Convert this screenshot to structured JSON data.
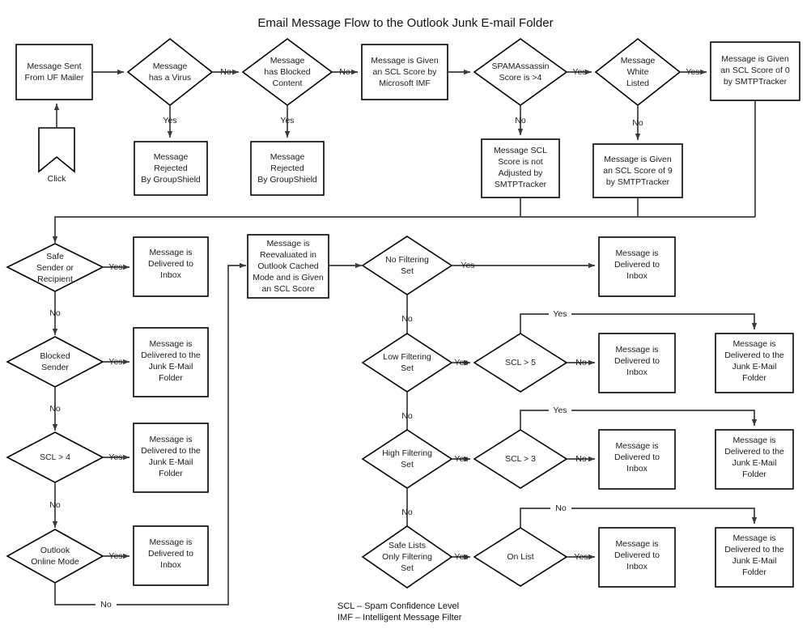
{
  "title": "Email Message Flow to the Outlook Junk E-mail Folder",
  "legend": {
    "line1": "SCL – Spam Confidence Level",
    "line2": "IMF – Intelligent Message Filter"
  },
  "labels": {
    "yes": "Yes",
    "no": "No",
    "click": "Click"
  },
  "nodes": [
    {
      "id": "start",
      "kind": "process",
      "lines": [
        "Message Sent",
        "From UF Mailer"
      ]
    },
    {
      "id": "click",
      "kind": "banner",
      "lines": [
        "Click"
      ]
    },
    {
      "id": "has_virus",
      "kind": "decision",
      "lines": [
        "Message",
        "has a Virus"
      ]
    },
    {
      "id": "rejected1",
      "kind": "process",
      "lines": [
        "Message",
        "Rejected",
        "By GroupShield"
      ]
    },
    {
      "id": "blocked_content",
      "kind": "decision",
      "lines": [
        "Message",
        "has Blocked",
        "Content"
      ]
    },
    {
      "id": "rejected2",
      "kind": "process",
      "lines": [
        "Message",
        "Rejected",
        "By GroupShield"
      ]
    },
    {
      "id": "imf_score",
      "kind": "process",
      "lines": [
        "Message is Given",
        "an SCL Score by",
        "Microsoft IMF"
      ]
    },
    {
      "id": "spamassassin",
      "kind": "decision",
      "lines": [
        "SPAMAssassin",
        "Score is >4"
      ]
    },
    {
      "id": "not_adjusted",
      "kind": "process",
      "lines": [
        "Message SCL",
        "Score is not",
        "Adjusted by",
        "SMTPTracker"
      ]
    },
    {
      "id": "white_listed",
      "kind": "decision",
      "lines": [
        "Message",
        "White",
        "Listed"
      ]
    },
    {
      "id": "scl9",
      "kind": "process",
      "lines": [
        "Message is Given",
        "an SCL Score of 9",
        "by SMTPTracker"
      ]
    },
    {
      "id": "scl0",
      "kind": "process",
      "lines": [
        "Message is Given",
        "an SCL Score of 0",
        "by SMTPTracker"
      ]
    },
    {
      "id": "safe_sender",
      "kind": "decision",
      "lines": [
        "Safe",
        "Sender or",
        "Recipient"
      ]
    },
    {
      "id": "inbox1",
      "kind": "process",
      "lines": [
        "Message is",
        "Delivered to",
        "Inbox"
      ]
    },
    {
      "id": "blocked_sender",
      "kind": "decision",
      "lines": [
        "Blocked",
        "Sender"
      ]
    },
    {
      "id": "junk1",
      "kind": "process",
      "lines": [
        "Message is",
        "Delivered to the",
        "Junk E-Mail",
        "Folder"
      ]
    },
    {
      "id": "scl_gt4",
      "kind": "decision",
      "lines": [
        "SCL > 4"
      ]
    },
    {
      "id": "junk2",
      "kind": "process",
      "lines": [
        "Message is",
        "Delivered to the",
        "Junk E-Mail",
        "Folder"
      ]
    },
    {
      "id": "online_mode",
      "kind": "decision",
      "lines": [
        "Outlook",
        "Online Mode"
      ]
    },
    {
      "id": "inbox2",
      "kind": "process",
      "lines": [
        "Message is",
        "Delivered to",
        "Inbox"
      ]
    },
    {
      "id": "reevaluated",
      "kind": "process",
      "lines": [
        "Message is",
        "Reevaluated in",
        "Outlook Cached",
        "Mode and is Given",
        "an SCL Score"
      ]
    },
    {
      "id": "no_filtering",
      "kind": "decision",
      "lines": [
        "No Filtering",
        "Set"
      ]
    },
    {
      "id": "inbox3",
      "kind": "process",
      "lines": [
        "Message is",
        "Delivered to",
        "Inbox"
      ]
    },
    {
      "id": "low_filtering",
      "kind": "decision",
      "lines": [
        "Low Filtering",
        "Set"
      ]
    },
    {
      "id": "scl_gt5",
      "kind": "decision",
      "lines": [
        "SCL > 5"
      ]
    },
    {
      "id": "inbox4",
      "kind": "process",
      "lines": [
        "Message is",
        "Delivered to",
        "Inbox"
      ]
    },
    {
      "id": "junk3",
      "kind": "process",
      "lines": [
        "Message is",
        "Delivered to the",
        "Junk E-Mail",
        "Folder"
      ]
    },
    {
      "id": "high_filtering",
      "kind": "decision",
      "lines": [
        "High Filtering",
        "Set"
      ]
    },
    {
      "id": "scl_gt3",
      "kind": "decision",
      "lines": [
        "SCL > 3"
      ]
    },
    {
      "id": "inbox5",
      "kind": "process",
      "lines": [
        "Message is",
        "Delivered to",
        "Inbox"
      ]
    },
    {
      "id": "junk4",
      "kind": "process",
      "lines": [
        "Message is",
        "Delivered to the",
        "Junk E-Mail",
        "Folder"
      ]
    },
    {
      "id": "safe_lists",
      "kind": "decision",
      "lines": [
        "Safe Lists",
        "Only Filtering",
        "Set"
      ]
    },
    {
      "id": "on_list",
      "kind": "decision",
      "lines": [
        "On List"
      ]
    },
    {
      "id": "inbox6",
      "kind": "process",
      "lines": [
        "Message is",
        "Delivered to",
        "Inbox"
      ]
    },
    {
      "id": "junk5",
      "kind": "process",
      "lines": [
        "Message is",
        "Delivered to the",
        "Junk E-Mail",
        "Folder"
      ]
    }
  ],
  "edges": [
    {
      "from": "click",
      "to": "start",
      "label": ""
    },
    {
      "from": "start",
      "to": "has_virus",
      "label": ""
    },
    {
      "from": "has_virus",
      "to": "rejected1",
      "label": "Yes"
    },
    {
      "from": "has_virus",
      "to": "blocked_content",
      "label": "No"
    },
    {
      "from": "blocked_content",
      "to": "rejected2",
      "label": "Yes"
    },
    {
      "from": "blocked_content",
      "to": "imf_score",
      "label": "No"
    },
    {
      "from": "imf_score",
      "to": "spamassassin",
      "label": ""
    },
    {
      "from": "spamassassin",
      "to": "not_adjusted",
      "label": "No"
    },
    {
      "from": "spamassassin",
      "to": "white_listed",
      "label": "Yes"
    },
    {
      "from": "white_listed",
      "to": "scl9",
      "label": "No"
    },
    {
      "from": "white_listed",
      "to": "scl0",
      "label": "Yes"
    },
    {
      "from": "not_adjusted",
      "to": "safe_sender",
      "label": ""
    },
    {
      "from": "scl9",
      "to": "safe_sender",
      "label": ""
    },
    {
      "from": "scl0",
      "to": "safe_sender",
      "label": ""
    },
    {
      "from": "safe_sender",
      "to": "inbox1",
      "label": "Yes"
    },
    {
      "from": "safe_sender",
      "to": "blocked_sender",
      "label": "No"
    },
    {
      "from": "blocked_sender",
      "to": "junk1",
      "label": "Yes"
    },
    {
      "from": "blocked_sender",
      "to": "scl_gt4",
      "label": "No"
    },
    {
      "from": "scl_gt4",
      "to": "junk2",
      "label": "Yes"
    },
    {
      "from": "scl_gt4",
      "to": "online_mode",
      "label": "No"
    },
    {
      "from": "online_mode",
      "to": "inbox2",
      "label": "Yes"
    },
    {
      "from": "online_mode",
      "to": "reevaluated",
      "label": "No"
    },
    {
      "from": "reevaluated",
      "to": "no_filtering",
      "label": ""
    },
    {
      "from": "no_filtering",
      "to": "inbox3",
      "label": "Yes"
    },
    {
      "from": "no_filtering",
      "to": "low_filtering",
      "label": "No"
    },
    {
      "from": "low_filtering",
      "to": "scl_gt5",
      "label": "Yes"
    },
    {
      "from": "low_filtering",
      "to": "high_filtering",
      "label": "No"
    },
    {
      "from": "scl_gt5",
      "to": "junk3",
      "label": "Yes"
    },
    {
      "from": "scl_gt5",
      "to": "inbox4",
      "label": "No"
    },
    {
      "from": "high_filtering",
      "to": "scl_gt3",
      "label": "Yes"
    },
    {
      "from": "high_filtering",
      "to": "safe_lists",
      "label": "No"
    },
    {
      "from": "scl_gt3",
      "to": "junk4",
      "label": "Yes"
    },
    {
      "from": "scl_gt3",
      "to": "inbox5",
      "label": "No"
    },
    {
      "from": "safe_lists",
      "to": "on_list",
      "label": "Yes"
    },
    {
      "from": "on_list",
      "to": "inbox6",
      "label": "Yes"
    },
    {
      "from": "on_list",
      "to": "junk5",
      "label": "No"
    }
  ],
  "colors": {
    "shape_stroke": "#000000",
    "shape_fill": "#ffffff",
    "connector": "#3a3a3a",
    "text": "#1a1a1a",
    "background": "#ffffff"
  }
}
